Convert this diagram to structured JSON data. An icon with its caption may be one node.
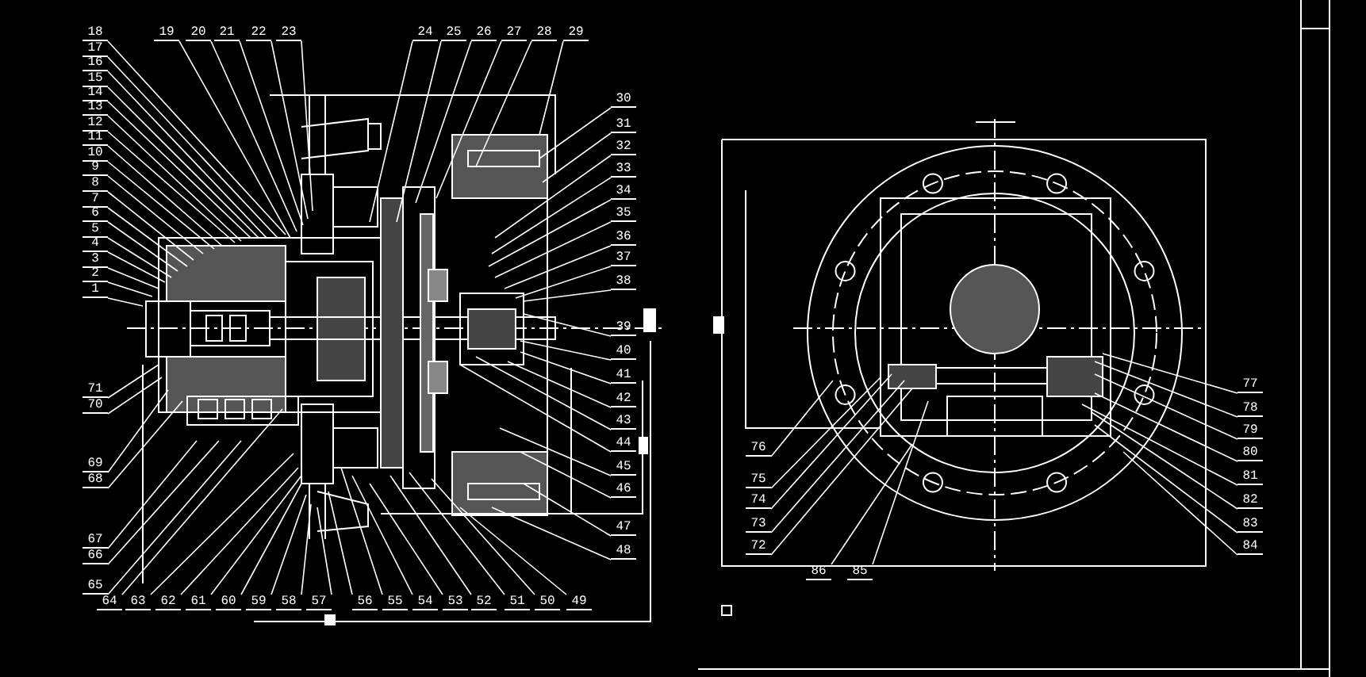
{
  "diagram": {
    "nodes": [
      {
        "text": [
          "1"
        ]
      },
      {
        "text": [
          "2"
        ]
      },
      {
        "text": [
          "3"
        ]
      },
      {
        "text": [
          "4"
        ]
      },
      {
        "text": [
          "5"
        ]
      },
      {
        "text": [
          "6"
        ]
      },
      {
        "text": [
          "7"
        ]
      },
      {
        "text": [
          "8"
        ]
      },
      {
        "text": [
          "9"
        ]
      },
      {
        "text": [
          "10"
        ]
      },
      {
        "text": [
          "11"
        ]
      },
      {
        "text": [
          "12"
        ]
      },
      {
        "text": [
          "13"
        ]
      },
      {
        "text": [
          "14"
        ]
      },
      {
        "text": [
          "15"
        ]
      },
      {
        "text": [
          "16"
        ]
      },
      {
        "text": [
          "17"
        ]
      },
      {
        "text": [
          "18"
        ]
      },
      {
        "text": [
          "19"
        ]
      },
      {
        "text": [
          "20"
        ]
      },
      {
        "text": [
          "21"
        ]
      },
      {
        "text": [
          "22"
        ]
      },
      {
        "text": [
          "23"
        ]
      },
      {
        "text": [
          "24"
        ]
      },
      {
        "text": [
          "25"
        ]
      },
      {
        "text": [
          "26"
        ]
      },
      {
        "text": [
          "27"
        ]
      },
      {
        "text": [
          "28"
        ]
      },
      {
        "text": [
          "29"
        ]
      },
      {
        "text": [
          "30"
        ]
      },
      {
        "text": [
          "31"
        ]
      },
      {
        "text": [
          "32"
        ]
      },
      {
        "text": [
          "33"
        ]
      },
      {
        "text": [
          "34"
        ]
      },
      {
        "text": [
          "35"
        ]
      },
      {
        "text": [
          "36"
        ]
      },
      {
        "text": [
          "37"
        ]
      },
      {
        "text": [
          "38"
        ]
      },
      {
        "text": [
          "39"
        ]
      },
      {
        "text": [
          "40"
        ]
      },
      {
        "text": [
          "41"
        ]
      },
      {
        "text": [
          "42"
        ]
      },
      {
        "text": [
          "43"
        ]
      },
      {
        "text": [
          "44"
        ]
      },
      {
        "text": [
          "45"
        ]
      },
      {
        "text": [
          "46"
        ]
      },
      {
        "text": [
          "47"
        ]
      },
      {
        "text": [
          "48"
        ]
      },
      {
        "text": [
          "49"
        ]
      },
      {
        "text": [
          "50"
        ]
      },
      {
        "text": [
          "51"
        ]
      },
      {
        "text": [
          "52"
        ]
      },
      {
        "text": [
          "53"
        ]
      },
      {
        "text": [
          "54"
        ]
      },
      {
        "text": [
          "55"
        ]
      },
      {
        "text": [
          "56"
        ]
      },
      {
        "text": [
          "57"
        ]
      },
      {
        "text": [
          "58"
        ]
      },
      {
        "text": [
          "59"
        ]
      },
      {
        "text": [
          "60"
        ]
      },
      {
        "text": [
          "61"
        ]
      },
      {
        "text": [
          "62"
        ]
      },
      {
        "text": [
          "63"
        ]
      },
      {
        "text": [
          "64"
        ]
      },
      {
        "text": [
          "65"
        ]
      },
      {
        "text": [
          "66"
        ]
      },
      {
        "text": [
          "67"
        ]
      },
      {
        "text": [
          "68"
        ]
      },
      {
        "text": [
          "69"
        ]
      },
      {
        "text": [
          "70"
        ]
      },
      {
        "text": [
          "71"
        ]
      },
      {
        "text": [
          "72"
        ]
      },
      {
        "text": [
          "73"
        ]
      },
      {
        "text": [
          "74"
        ]
      },
      {
        "text": [
          "75"
        ]
      },
      {
        "text": [
          "76"
        ]
      },
      {
        "text": [
          "77"
        ]
      },
      {
        "text": [
          "78"
        ]
      },
      {
        "text": [
          "79"
        ]
      },
      {
        "text": [
          "80"
        ]
      },
      {
        "text": [
          "81"
        ]
      },
      {
        "text": [
          "82"
        ]
      },
      {
        "text": [
          "83"
        ]
      },
      {
        "text": [
          "84"
        ]
      },
      {
        "text": [
          "85"
        ]
      },
      {
        "text": [
          "86"
        ]
      }
    ],
    "edges": [
      {
        "from": 0,
        "to": null,
        "arrow": "none"
      },
      {
        "from": 1,
        "to": null,
        "arrow": "none"
      },
      {
        "from": 2,
        "to": null,
        "arrow": "none"
      },
      {
        "from": 3,
        "to": null,
        "arrow": "none"
      },
      {
        "from": 4,
        "to": null,
        "arrow": "none"
      },
      {
        "from": 5,
        "to": null,
        "arrow": "none"
      },
      {
        "from": 6,
        "to": null,
        "arrow": "none"
      },
      {
        "from": 7,
        "to": null,
        "arrow": "none"
      },
      {
        "from": 8,
        "to": null,
        "arrow": "none"
      },
      {
        "from": 9,
        "to": null,
        "arrow": "none"
      },
      {
        "from": 10,
        "to": null,
        "arrow": "none"
      },
      {
        "from": 11,
        "to": null,
        "arrow": "none"
      },
      {
        "from": 12,
        "to": null,
        "arrow": "none"
      },
      {
        "from": 13,
        "to": null,
        "arrow": "none"
      },
      {
        "from": 14,
        "to": null,
        "arrow": "none"
      },
      {
        "from": 15,
        "to": null,
        "arrow": "none"
      },
      {
        "from": 16,
        "to": null,
        "arrow": "none"
      },
      {
        "from": 17,
        "to": null,
        "arrow": "none"
      },
      {
        "from": 18,
        "to": null,
        "arrow": "none"
      },
      {
        "from": 19,
        "to": null,
        "arrow": "none"
      },
      {
        "from": 20,
        "to": null,
        "arrow": "none"
      },
      {
        "from": 21,
        "to": null,
        "arrow": "none"
      },
      {
        "from": 22,
        "to": null,
        "arrow": "none"
      },
      {
        "from": 23,
        "to": null,
        "arrow": "none"
      },
      {
        "from": 24,
        "to": null,
        "arrow": "none"
      },
      {
        "from": 25,
        "to": null,
        "arrow": "none"
      },
      {
        "from": 26,
        "to": null,
        "arrow": "none"
      },
      {
        "from": 27,
        "to": null,
        "arrow": "none"
      },
      {
        "from": 28,
        "to": null,
        "arrow": "none"
      },
      {
        "from": 29,
        "to": null,
        "arrow": "none"
      },
      {
        "from": 30,
        "to": null,
        "arrow": "none"
      },
      {
        "from": 31,
        "to": null,
        "arrow": "none"
      },
      {
        "from": 32,
        "to": null,
        "arrow": "none"
      },
      {
        "from": 33,
        "to": null,
        "arrow": "none"
      },
      {
        "from": 34,
        "to": null,
        "arrow": "none"
      },
      {
        "from": 35,
        "to": null,
        "arrow": "none"
      },
      {
        "from": 36,
        "to": null,
        "arrow": "none"
      },
      {
        "from": 37,
        "to": null,
        "arrow": "none"
      },
      {
        "from": 38,
        "to": null,
        "arrow": "none"
      },
      {
        "from": 39,
        "to": null,
        "arrow": "none"
      },
      {
        "from": 40,
        "to": null,
        "arrow": "none"
      },
      {
        "from": 41,
        "to": null,
        "arrow": "none"
      },
      {
        "from": 42,
        "to": null,
        "arrow": "none"
      },
      {
        "from": 43,
        "to": null,
        "arrow": "none"
      },
      {
        "from": 44,
        "to": null,
        "arrow": "none"
      },
      {
        "from": 45,
        "to": null,
        "arrow": "none"
      },
      {
        "from": 46,
        "to": null,
        "arrow": "none"
      },
      {
        "from": 47,
        "to": null,
        "arrow": "none"
      },
      {
        "from": 48,
        "to": null,
        "arrow": "none"
      },
      {
        "from": 49,
        "to": null,
        "arrow": "none"
      },
      {
        "from": 50,
        "to": null,
        "arrow": "none"
      },
      {
        "from": 51,
        "to": null,
        "arrow": "none"
      },
      {
        "from": 52,
        "to": null,
        "arrow": "none"
      },
      {
        "from": 53,
        "to": null,
        "arrow": "none"
      },
      {
        "from": 54,
        "to": null,
        "arrow": "none"
      },
      {
        "from": 55,
        "to": null,
        "arrow": "none"
      },
      {
        "from": 56,
        "to": null,
        "arrow": "none"
      },
      {
        "from": 57,
        "to": null,
        "arrow": "none"
      },
      {
        "from": 58,
        "to": null,
        "arrow": "none"
      },
      {
        "from": 59,
        "to": null,
        "arrow": "none"
      },
      {
        "from": 60,
        "to": null,
        "arrow": "none"
      },
      {
        "from": 61,
        "to": null,
        "arrow": "none"
      },
      {
        "from": 62,
        "to": null,
        "arrow": "none"
      },
      {
        "from": 63,
        "to": null,
        "arrow": "none"
      },
      {
        "from": 64,
        "to": null,
        "arrow": "none"
      },
      {
        "from": 65,
        "to": null,
        "arrow": "none"
      },
      {
        "from": 66,
        "to": null,
        "arrow": "none"
      },
      {
        "from": 67,
        "to": null,
        "arrow": "none"
      },
      {
        "from": 68,
        "to": null,
        "arrow": "none"
      },
      {
        "from": 69,
        "to": null,
        "arrow": "none"
      },
      {
        "from": 70,
        "to": null,
        "arrow": "none"
      },
      {
        "from": 71,
        "to": null,
        "arrow": "none"
      },
      {
        "from": 72,
        "to": null,
        "arrow": "none"
      },
      {
        "from": 73,
        "to": null,
        "arrow": "none"
      },
      {
        "from": 74,
        "to": null,
        "arrow": "none"
      },
      {
        "from": 75,
        "to": null,
        "arrow": "none"
      },
      {
        "from": 76,
        "to": null,
        "arrow": "none"
      },
      {
        "from": 77,
        "to": null,
        "arrow": "none"
      },
      {
        "from": 78,
        "to": null,
        "arrow": "none"
      },
      {
        "from": 79,
        "to": null,
        "arrow": "none"
      },
      {
        "from": 80,
        "to": null,
        "arrow": "none"
      },
      {
        "from": 81,
        "to": null,
        "arrow": "none"
      },
      {
        "from": 82,
        "to": null,
        "arrow": "none"
      },
      {
        "from": 83,
        "to": null,
        "arrow": "none"
      },
      {
        "from": 84,
        "to": null,
        "arrow": "none"
      },
      {
        "from": 85,
        "to": null,
        "arrow": "none"
      }
    ]
  }
}
